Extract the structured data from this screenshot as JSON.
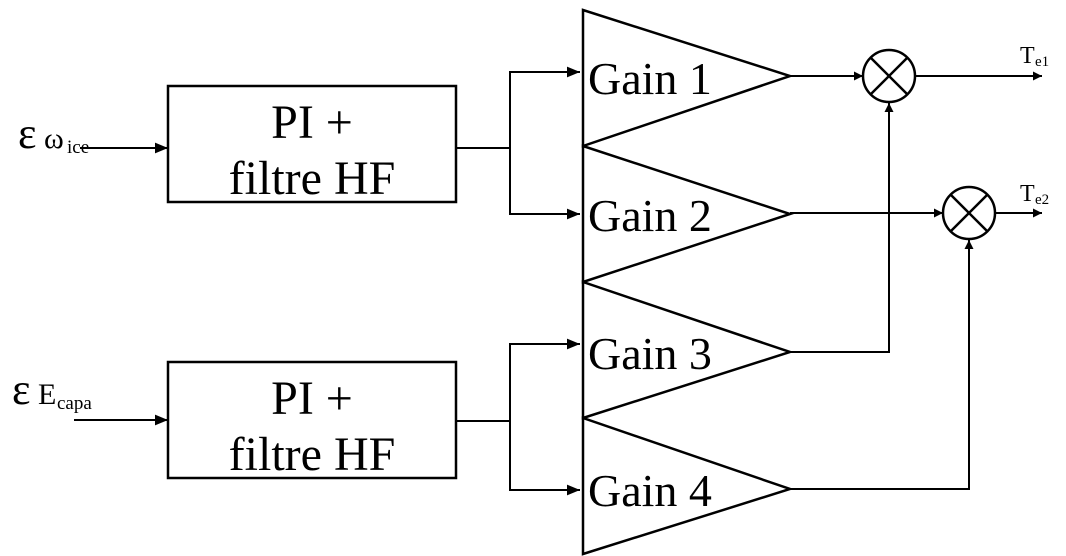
{
  "blocks": {
    "pi1": {
      "line1": "PI +",
      "line2": "filtre HF"
    },
    "pi2": {
      "line1": "PI +",
      "line2": "filtre HF"
    }
  },
  "gains": [
    "Gain 1",
    "Gain 2",
    "Gain 3",
    "Gain 4"
  ],
  "inputs": {
    "omega": {
      "symbol": "ε",
      "var": "ω",
      "sub": "ice"
    },
    "capa": {
      "symbol": "ε",
      "var": "E",
      "sub": "capa"
    }
  },
  "outputs": {
    "te1": {
      "main": "T",
      "sub": "e1"
    },
    "te2": {
      "main": "T",
      "sub": "e2"
    }
  }
}
